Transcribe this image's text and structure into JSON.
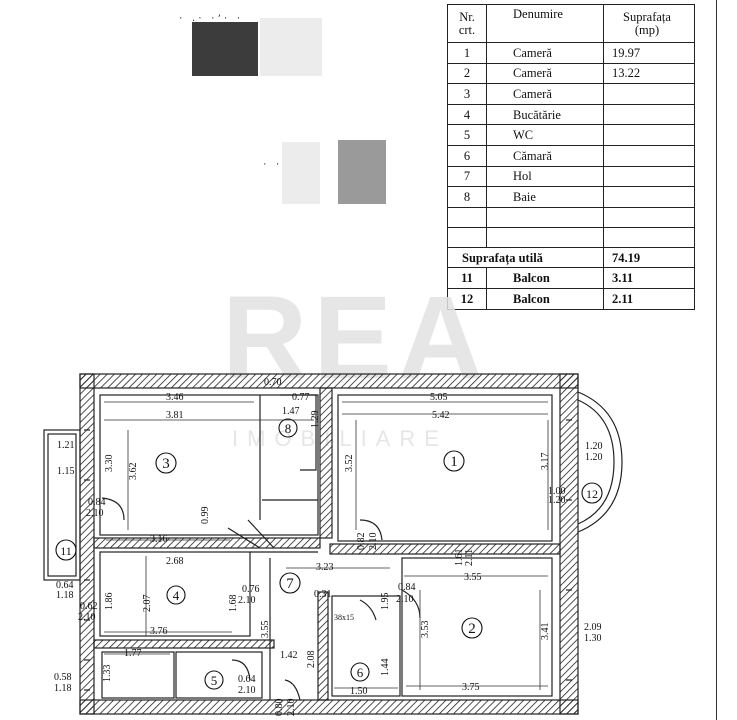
{
  "table": {
    "headers": {
      "nr": "Nr.\ncrt.",
      "name": "Denumire",
      "area": "Suprafața\n(mp)"
    },
    "rows": [
      {
        "nr": "1",
        "name": "Cameră",
        "area": "19.97"
      },
      {
        "nr": "2",
        "name": "Cameră",
        "area": "13.22"
      },
      {
        "nr": "3",
        "name": "Cameră",
        "area": ""
      },
      {
        "nr": "4",
        "name": "Bucătărie",
        "area": ""
      },
      {
        "nr": "5",
        "name": "WC",
        "area": ""
      },
      {
        "nr": "6",
        "name": "Cămară",
        "area": ""
      },
      {
        "nr": "7",
        "name": "Hol",
        "area": ""
      },
      {
        "nr": "8",
        "name": "Baie",
        "area": ""
      }
    ],
    "useful_label": "Suprafața utilă",
    "useful_value": "74.19",
    "balconies": [
      {
        "nr": "11",
        "name": "Balcon",
        "area": "3.11"
      },
      {
        "nr": "12",
        "name": "Balcon",
        "area": "2.11"
      }
    ]
  },
  "watermark": {
    "brand": "REA",
    "sub": "IMOBILIARE"
  },
  "plan": {
    "rooms": {
      "r1": "1",
      "r2": "2",
      "r3": "3",
      "r4": "4",
      "r5": "5",
      "r6": "6",
      "r7": "7",
      "r8": "8",
      "r11": "11",
      "r12": "12"
    },
    "dims": {
      "d070": "0.70",
      "d346": "3.46",
      "d381": "3.81",
      "d077": "0.77",
      "d147": "1.47",
      "d505": "5.05",
      "d542": "5.42",
      "d129": "1.29",
      "d330": "3.30",
      "d362": "3.62",
      "d352": "3.52",
      "d317": "3.17",
      "d121": "1.21",
      "d115a": "1.15",
      "d120a": "1.20",
      "d120b": "1.20",
      "d100": "1.00",
      "d120c": "1.20",
      "d084a": "0.84",
      "d210a": "2.10",
      "d099": "0.99",
      "d316": "3.16",
      "d268": "2.68",
      "d082": "0.82",
      "d210b": "2.10",
      "d323": "3.23",
      "d161": "1.61",
      "d211": "2.11",
      "d355a": "3.55",
      "d064a": "0.64",
      "d118a": "1.18",
      "d186": "1.86",
      "d207": "2.07",
      "d076": "0.76",
      "d210c": "2.10",
      "d168": "1.68",
      "d031": "0.31",
      "d195": "1.95",
      "d084b": "0.84",
      "d210d": "2.10",
      "d062": "0.62",
      "d210e": "2.10",
      "d376": "3.76",
      "d355b": "3.55",
      "d353": "3.53",
      "d341": "3.41",
      "d209": "2.09",
      "d130": "1.30",
      "d177": "1.77",
      "d142": "1.42",
      "d208": "2.08",
      "d144": "1.44",
      "d38x15": "38x15",
      "d133": "1.33",
      "d058": "0.58",
      "d118b": "1.18",
      "d064b": "0.64",
      "d210f": "2.10",
      "d080": "0.80",
      "d210g": "2.10",
      "d150": "1.50",
      "d375": "3.75"
    }
  }
}
